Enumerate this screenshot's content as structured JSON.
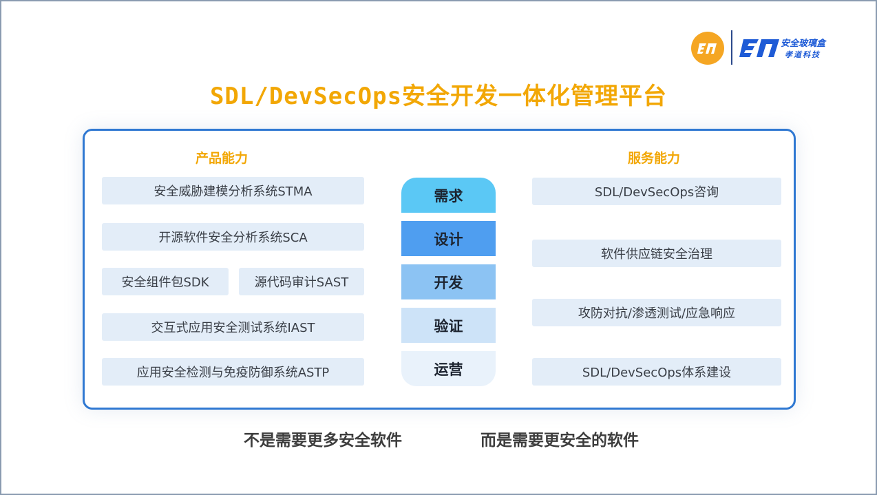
{
  "brand": {
    "name": "安全玻璃盒",
    "sub": "孝道科技"
  },
  "title": "SDL/DevSecOps安全开发一体化管理平台",
  "left": {
    "heading": "产品能力",
    "items": [
      "安全威胁建模分析系统STMA",
      "开源软件安全分析系统SCA",
      "安全组件包SDK",
      "源代码审计SAST",
      "交互式应用安全测试系统IAST",
      "应用安全检测与免疫防御系统ASTP"
    ]
  },
  "center": {
    "steps": [
      "需求",
      "设计",
      "开发",
      "验证",
      "运营"
    ],
    "colors": [
      "#5bc8f5",
      "#4f9ef0",
      "#8cc3f3",
      "#cde3f8",
      "#e9f2fb"
    ]
  },
  "right": {
    "heading": "服务能力",
    "items": [
      "SDL/DevSecOps咨询",
      "软件供应链安全治理",
      "攻防对抗/渗透测试/应急响应",
      "SDL/DevSecOps体系建设"
    ]
  },
  "slogans": [
    "不是需要更多安全软件",
    "而是需要更安全的软件"
  ]
}
